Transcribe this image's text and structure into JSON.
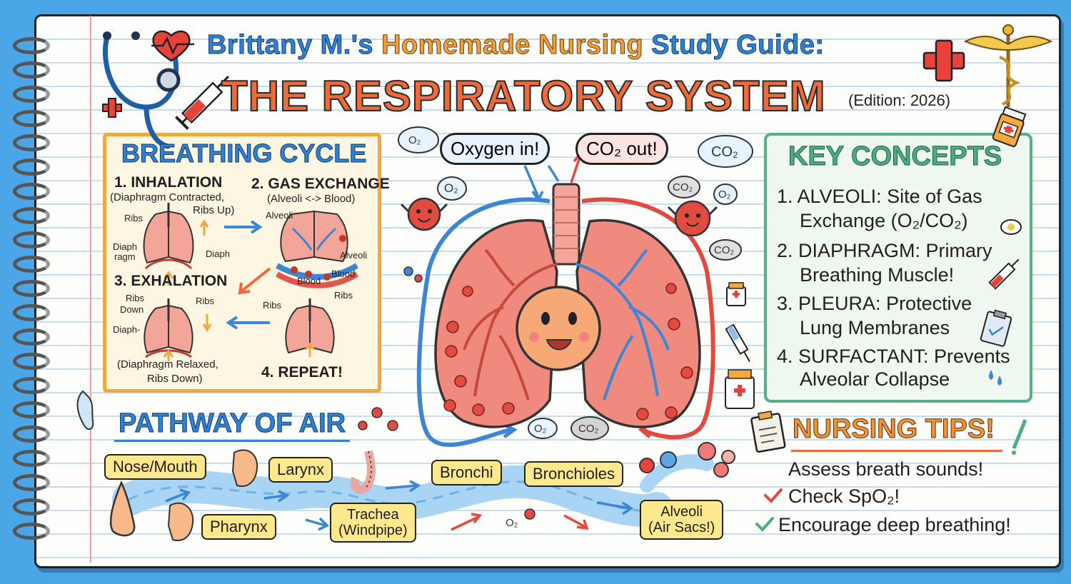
{
  "title": {
    "prefix": "Brittany M.'s ",
    "highlight": "Homemade Nursing",
    "suffix": " Study Guide:",
    "main": "THE RESPIRATORY SYSTEM",
    "edition": "(Edition: 2026)"
  },
  "breathing_cycle": {
    "heading": "BREATHING CYCLE",
    "step1": {
      "title": "1. INHALATION",
      "sub1": "(Diaphragm Contracted,",
      "sub2": "Ribs Up)",
      "label_ribs": "Ribs",
      "label_diaph_a": "Diaph",
      "label_diaph_b": "ragm",
      "label_diaph_c": "Diaph"
    },
    "step2": {
      "title": "2. GAS EXCHANGE",
      "sub": "(Alveoli <-> Blood)",
      "label_alveoli_a": "Alveoli",
      "label_alveoli_b": "Alveoli",
      "label_blood_a": "Blood",
      "label_blood_b": "Blood"
    },
    "step3": {
      "title": "3. EXHALATION",
      "label_ribs_a": "Ribs",
      "label_ribs_b": "Down",
      "label_ribs_c": "Ribs",
      "label_diaph": "Diaph-",
      "sub1": "(Diaphragm Relaxed,",
      "sub2": "Ribs Down)"
    },
    "step4": {
      "title": "4. REPEAT!",
      "label_ribs_a": "Ribs",
      "label_ribs_b": "Ribs"
    }
  },
  "center": {
    "oxygen_in": "Oxygen in!",
    "co2_out": "CO₂ out!",
    "o2": "O₂",
    "co2": "CO₂"
  },
  "key_concepts": {
    "heading": "KEY CONCEPTS",
    "lines": [
      "1. ALVEOLI: Site of Gas",
      "Exchange (O₂/CO₂)",
      "2. DIAPHRAGM: Primary",
      "Breathing Muscle!",
      "3. PLEURA: Protective",
      "Lung Membranes",
      "4. SURFACTANT: Prevents",
      "Alveolar Collapse"
    ]
  },
  "pathway": {
    "heading": "PATHWAY OF AIR",
    "nose_mouth": "Nose/Mouth",
    "larynx": "Larynx",
    "bronchi": "Bronchi",
    "bronchioles": "Bronchioles",
    "pharynx": "Pharynx",
    "trachea_a": "Trachea",
    "trachea_b": "(Windpipe)",
    "alveoli_a": "Alveoli",
    "alveoli_b": "(Air Sacs!)"
  },
  "nursing_tips": {
    "heading": "NURSING TIPS!",
    "tip1": "Assess breath sounds!",
    "tip2": "Check SpO₂!",
    "tip3": "Encourage deep breathing!"
  },
  "colors": {
    "blue": "#2f82d6",
    "orange": "#ef6a3a",
    "yellow": "#f2a13a",
    "green": "#4cae7e",
    "lung_pink": "#f08a7e",
    "vein_blue": "#3d86d6",
    "box_yellow": "#fde88d"
  }
}
